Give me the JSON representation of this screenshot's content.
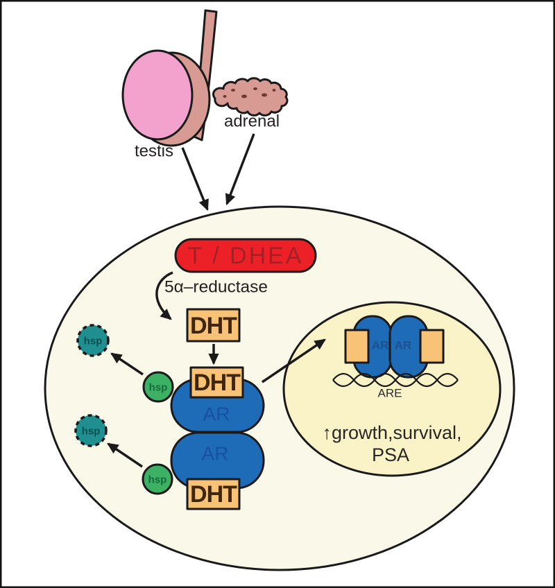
{
  "figure": {
    "organ_labels": {
      "testis": "testis",
      "adrenal": "adrenal"
    },
    "molecules": {
      "hormones": "T / DHEA",
      "enzyme": "5α–reductase",
      "dht": "DHT",
      "androgen_receptor": "AR",
      "heat_shock_protein": "hsp",
      "response_element": "ARE"
    },
    "outcome": {
      "line1": "↑growth,survival,",
      "line2": "PSA"
    },
    "colors": {
      "hormone_pill_fill": "#ec2127",
      "hormone_pill_text": "#a32026",
      "dht_box_fill": "#f8c377",
      "dht_text": "#3f260d",
      "receptor_fill": "#1e6cb8",
      "receptor_text": "#17519f",
      "hsp_fill": "#3cb164",
      "hsp_text": "#156b3c",
      "hsp_released_fill": "#1f8f90",
      "hsp_released_text": "#0b4f52",
      "cell_fill": "#faf8e8",
      "nucleus_fill": "#f9f3c7",
      "testis_fill": "#f2a2cc",
      "adrenal_fill": "#d89b94",
      "outline": "#1a1a1a",
      "label_text": "#231f20"
    }
  }
}
